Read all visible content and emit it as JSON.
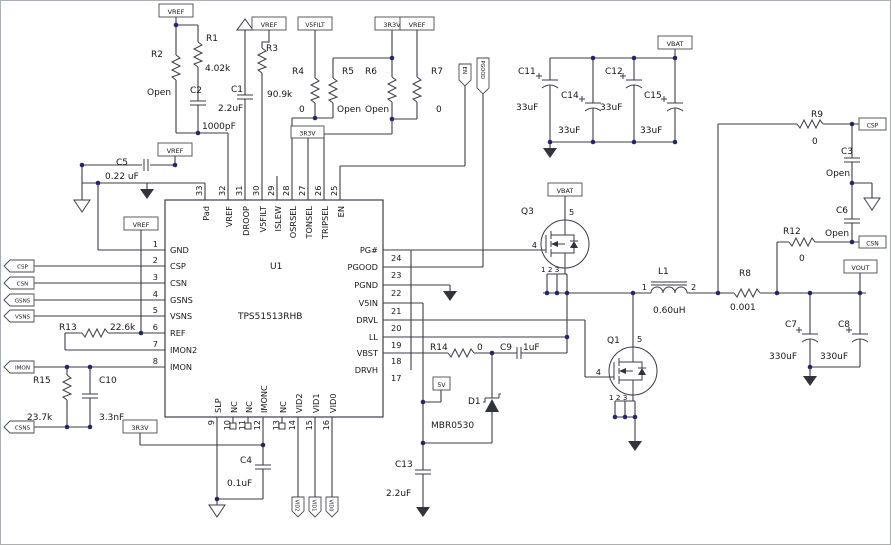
{
  "ic": {
    "ref": "U1",
    "part": "TPS51513RHB"
  },
  "pins_left": [
    {
      "n": "1",
      "l": "GND"
    },
    {
      "n": "2",
      "l": "CSP"
    },
    {
      "n": "3",
      "l": "CSN"
    },
    {
      "n": "4",
      "l": "GSNS"
    },
    {
      "n": "5",
      "l": "VSNS"
    },
    {
      "n": "6",
      "l": "REF"
    },
    {
      "n": "7",
      "l": "IMON2"
    },
    {
      "n": "8",
      "l": "IMON"
    }
  ],
  "pins_top": [
    {
      "n": "33",
      "l": "Pad"
    },
    {
      "n": "32",
      "l": "VREF"
    },
    {
      "n": "31",
      "l": "DROOP"
    },
    {
      "n": "30",
      "l": "V5FILT"
    },
    {
      "n": "29",
      "l": "ISLEW"
    },
    {
      "n": "28",
      "l": "OSRSEL"
    },
    {
      "n": "27",
      "l": "TONSEL"
    },
    {
      "n": "26",
      "l": "TRIPSEL"
    },
    {
      "n": "25",
      "l": "EN"
    }
  ],
  "pins_right": [
    {
      "n": "24",
      "l": "PG#"
    },
    {
      "n": "23",
      "l": "PGOOD"
    },
    {
      "n": "22",
      "l": "PGND"
    },
    {
      "n": "21",
      "l": "V5IN"
    },
    {
      "n": "20",
      "l": "DRVL"
    },
    {
      "n": "19",
      "l": "LL"
    },
    {
      "n": "18",
      "l": "VBST"
    },
    {
      "n": "17",
      "l": "DRVH"
    }
  ],
  "pins_bottom": [
    {
      "n": "9",
      "l": "SLP"
    },
    {
      "n": "10",
      "l": "NC"
    },
    {
      "n": "11",
      "l": "NC"
    },
    {
      "n": "12",
      "l": "IMONC"
    },
    {
      "n": "13",
      "l": "NC"
    },
    {
      "n": "14",
      "l": "VID2"
    },
    {
      "n": "15",
      "l": "VID1"
    },
    {
      "n": "16",
      "l": "VID0"
    }
  ],
  "res": {
    "R1": {
      "ref": "R1",
      "val": "4.02k"
    },
    "R2": {
      "ref": "R2",
      "val": "Open"
    },
    "R3": {
      "ref": "R3",
      "val": "90.9k"
    },
    "R4": {
      "ref": "R4",
      "val": "0"
    },
    "R5": {
      "ref": "R5",
      "val": "Open"
    },
    "R6": {
      "ref": "R6",
      "val": "Open"
    },
    "R7": {
      "ref": "R7",
      "val": "0"
    },
    "R8": {
      "ref": "R8",
      "val": "0.001"
    },
    "R9": {
      "ref": "R9",
      "val": "0"
    },
    "R12": {
      "ref": "R12",
      "val": "0"
    },
    "R13": {
      "ref": "R13",
      "val": "22.6k"
    },
    "R14": {
      "ref": "R14",
      "val": "0"
    },
    "R15": {
      "ref": "R15",
      "val": "23.7k"
    }
  },
  "cap": {
    "C1": {
      "ref": "C1",
      "val": "2.2uF"
    },
    "C2": {
      "ref": "C2",
      "val": "1000pF"
    },
    "C3": {
      "ref": "C3",
      "val": "Open"
    },
    "C4": {
      "ref": "C4",
      "val": "0.1uF"
    },
    "C5": {
      "ref": "C5",
      "val": "0.22 uF"
    },
    "C6": {
      "ref": "C6",
      "val": "Open"
    },
    "C7": {
      "ref": "C7",
      "val": "330uF"
    },
    "C8": {
      "ref": "C8",
      "val": "330uF"
    },
    "C9": {
      "ref": "C9",
      "val": "1uF"
    },
    "C10": {
      "ref": "C10",
      "val": "3.3nF"
    },
    "C11": {
      "ref": "C11",
      "val": "33uF"
    },
    "C12": {
      "ref": "C12",
      "val": "33uF"
    },
    "C13": {
      "ref": "C13",
      "val": "2.2uF"
    },
    "C14": {
      "ref": "C14",
      "val": "33uF"
    },
    "C15": {
      "ref": "C15",
      "val": "33uF"
    }
  },
  "ind": {
    "ref": "L1",
    "val": "0.60uH",
    "p1": "1",
    "p2": "2"
  },
  "dio": {
    "ref": "D1",
    "part": "MBR0530"
  },
  "fet": {
    "q1": {
      "ref": "Q1",
      "d": "5",
      "g": "4",
      "s": "1 2 3"
    },
    "q3": {
      "ref": "Q3",
      "d": "5",
      "g": "4",
      "s": "1 2 3"
    }
  },
  "net": {
    "vref": "VREF",
    "v5filt": "V5FILT",
    "r3v3": "3R3V",
    "vbat": "VBAT",
    "v5": "5V",
    "vout": "VOUT",
    "en": "EN",
    "pgood": "PGOOD",
    "csp": "CSP",
    "csn": "CSN",
    "gsns": "GSNS",
    "vsns": "VSNS",
    "imon": "IMON",
    "csns": "CSNS",
    "vid2": "VID2",
    "vid1": "VID1",
    "vid0": "VID0"
  }
}
